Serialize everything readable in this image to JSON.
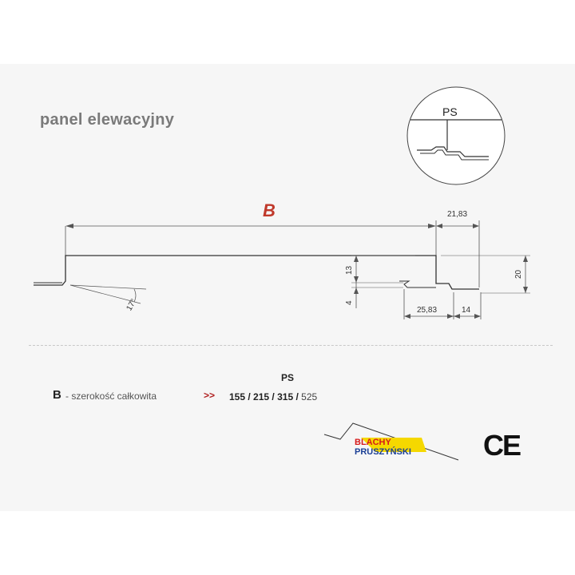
{
  "title": "panel elewacyjny",
  "detail": {
    "label": "PS"
  },
  "dimensions": {
    "width_label": "B",
    "d_21_83": "21,83",
    "d_20": "20",
    "d_13": "13",
    "d_4": "4",
    "d_25_83": "25,83",
    "d_14": "14",
    "angle": "17°"
  },
  "legend": {
    "symbol": "B",
    "description": "- szerokość całkowita",
    "arrow": ">>",
    "profile_header": "PS",
    "values": [
      "155",
      "215",
      "315",
      "525"
    ],
    "separator": " / "
  },
  "logo": {
    "line1": "BLACHY",
    "line2": "PRUSZYŃSKI"
  },
  "certification": "CE",
  "colors": {
    "accent_red": "#c0392b",
    "logo_yellow": "#f5d800",
    "logo_red": "#d61a1a",
    "logo_blue": "#1b3f95"
  }
}
